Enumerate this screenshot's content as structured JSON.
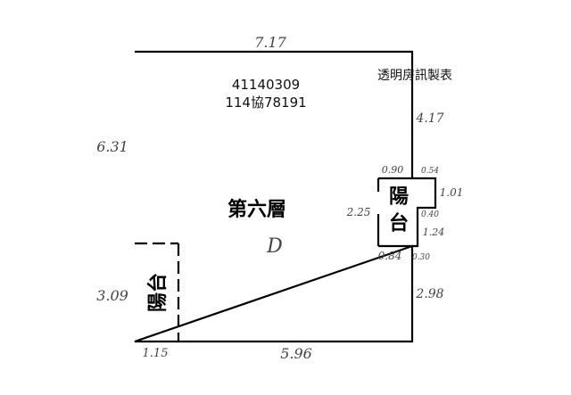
{
  "watermark": "透明房訊製表",
  "case_number": "41140309",
  "agency_number": "114協78191",
  "floor_label": "第六層",
  "unit_label": "D",
  "balcony_left_label": "陽台",
  "balcony_right_label": "陽台",
  "dimensions": {
    "top": "7.17",
    "left_upper": "6.31",
    "left_lower": "3.09",
    "bottom_left": "1.15",
    "bottom": "5.96",
    "right_lower": "2.98",
    "right_upper": "4.17",
    "balcony_top": "0.90",
    "balcony_top_right": "0.54",
    "balcony_right": "1.01",
    "balcony_step": "0.40",
    "balcony_right_lower": "1.24",
    "balcony_bottom": "0.84",
    "balcony_bottom_right": "0.30",
    "balcony_left": "2.25"
  }
}
